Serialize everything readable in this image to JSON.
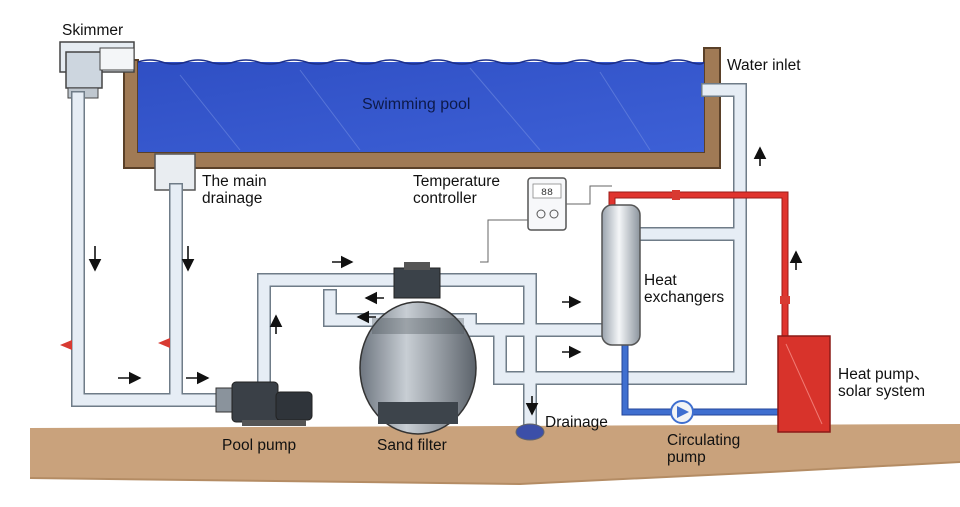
{
  "labels": {
    "skimmer": "Skimmer",
    "water_inlet": "Water inlet",
    "swimming_pool": "Swimming pool",
    "main_drainage_1": "The main",
    "main_drainage_2": "drainage",
    "temp_controller_1": "Temperature",
    "temp_controller_2": "controller",
    "heat_exchangers_1": "Heat",
    "heat_exchangers_2": "exchangers",
    "heat_pump_1": "Heat pump、",
    "heat_pump_2": "solar system",
    "pool_pump": "Pool pump",
    "sand_filter": "Sand filter",
    "drainage": "Drainage",
    "circulating_pump_1": "Circulating",
    "circulating_pump_2": "pump"
  },
  "controller_display": "88",
  "colors": {
    "pool_water": "#3553c9",
    "pool_wall": "#a07a55",
    "ground": "#c9a27c",
    "pipe": "#dde6f0",
    "hot_pipe": "#e0342e",
    "cold_pipe": "#3f6fd0",
    "heat_pump": "#d8332b",
    "equipment": "#404850"
  }
}
